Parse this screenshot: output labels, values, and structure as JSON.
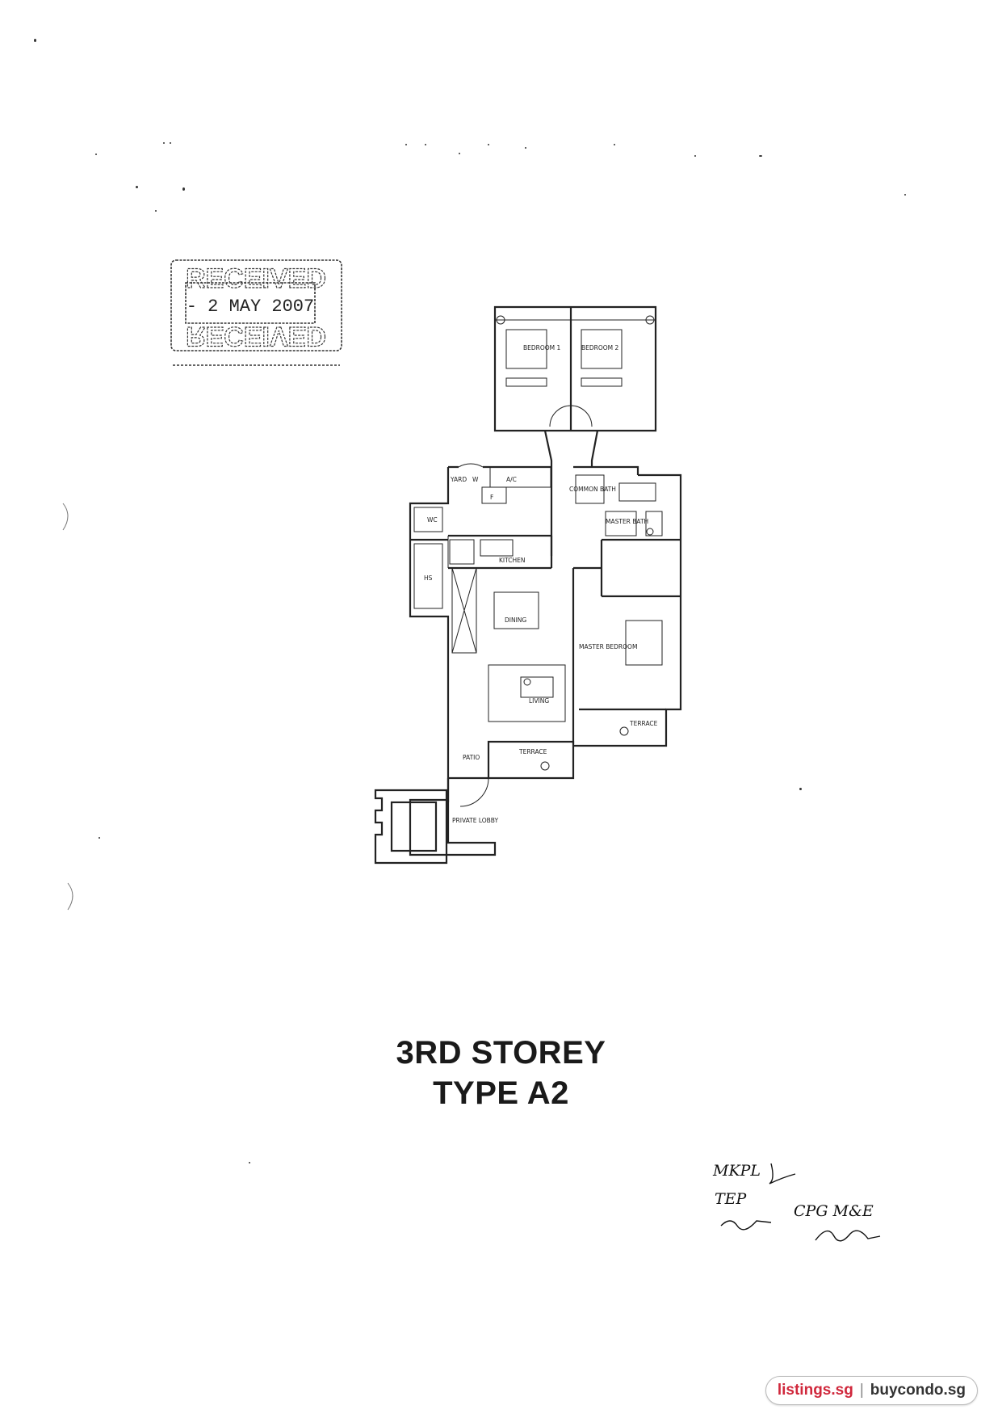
{
  "stamp": {
    "word": "RECEIVED",
    "date": "- 2 MAY 2007"
  },
  "plan": {
    "rooms": {
      "bedroom1": "BEDROOM 1",
      "bedroom2": "BEDROOM 2",
      "yard": "YARD",
      "w": "W",
      "ac": "A/C",
      "wc": "WC",
      "f": "F",
      "kitchen": "KITCHEN",
      "hs": "HS",
      "dining": "DINING",
      "living": "LIVING",
      "common_bath": "COMMON BATH",
      "master_bath": "MASTER BATH",
      "master_bedroom": "MASTER BEDROOM",
      "terrace_right": "TERRACE",
      "terrace_left": "TERRACE",
      "patio": "PATIO",
      "private_lobby": "PRIVATE LOBBY"
    }
  },
  "title": {
    "line1": "3RD STOREY",
    "line2": "TYPE A2"
  },
  "signatures": {
    "line1": "MKPL",
    "line2": "TEP",
    "line3": "CPG M&E"
  },
  "footer": {
    "site1": "listings.sg",
    "separator": "|",
    "site2": "buycondo.sg"
  }
}
